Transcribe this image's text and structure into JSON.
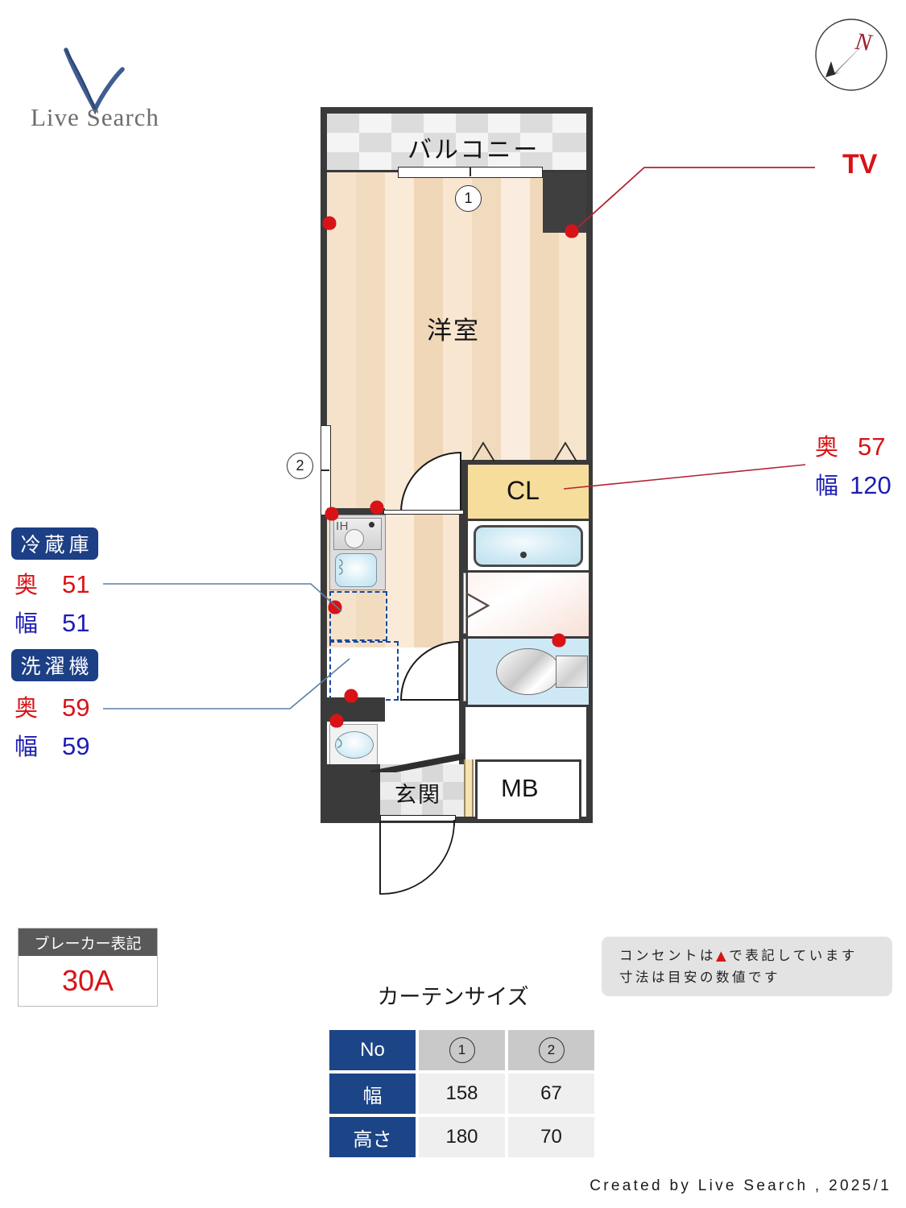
{
  "brand": {
    "logo_text": "Live Search",
    "logo_color": "#3f5d90"
  },
  "compass": {
    "north_label": "N",
    "north_color": "#9b2030"
  },
  "floorplan": {
    "rooms": {
      "balcony": "バルコニー",
      "main_room": "洋室",
      "closet": "CL",
      "entrance": "玄関",
      "meter_box": "MB"
    },
    "kitchen": {
      "stove_label": "IH"
    },
    "window_markers": [
      "1",
      "2"
    ]
  },
  "annotations": {
    "tv": {
      "label": "TV",
      "color": "#d81317"
    },
    "closet": {
      "depth_label": "奥",
      "depth_value": "57",
      "width_label": "幅",
      "width_value": "120"
    },
    "refrigerator": {
      "title": "冷蔵庫",
      "depth_label": "奥",
      "depth_value": "51",
      "width_label": "幅",
      "width_value": "51"
    },
    "washing_machine": {
      "title": "洗濯機",
      "depth_label": "奥",
      "depth_value": "59",
      "width_label": "幅",
      "width_value": "59"
    }
  },
  "breaker": {
    "title": "ブレーカー表記",
    "value": "30A"
  },
  "note": {
    "line1_pre": "コンセントは",
    "line1_symbol": "▲",
    "line1_post": "で表記しています",
    "line2": "寸法は目安の数値です"
  },
  "curtain": {
    "title": "カーテンサイズ",
    "row_headers": [
      "No",
      "幅",
      "高さ"
    ],
    "columns": [
      "1",
      "2"
    ],
    "width_values": [
      "158",
      "67"
    ],
    "height_values": [
      "180",
      "70"
    ]
  },
  "footer": {
    "text": "Created by Live Search , 2025/1"
  }
}
